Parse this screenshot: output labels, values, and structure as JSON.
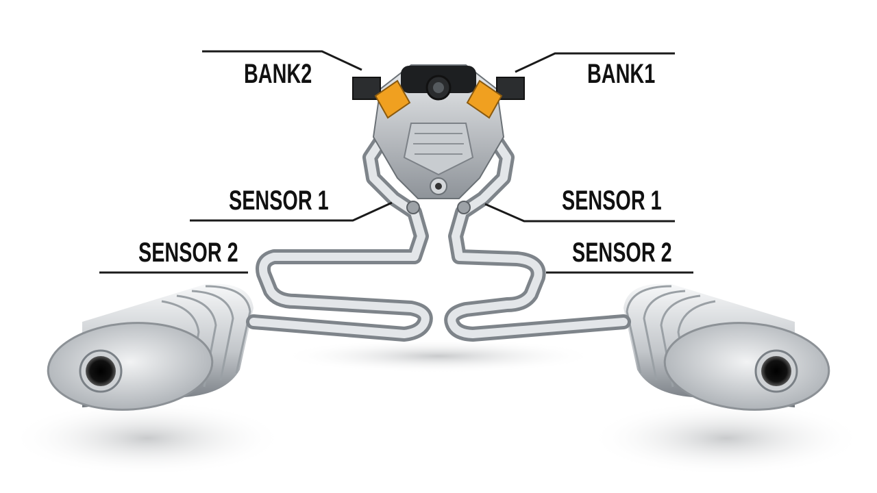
{
  "labels": {
    "bank2": "BANK2",
    "bank1": "BANK1",
    "sensor1_left": "SENSOR 1",
    "sensor1_right": "SENSOR 1",
    "sensor2_left": "SENSOR 2",
    "sensor2_right": "SENSOR 2"
  },
  "colors": {
    "background": "#ffffff",
    "text": "#111111",
    "leader_line": "#1a1a1a",
    "metal_light": "#e6e8ea",
    "metal_dark": "#8a8f95",
    "accent_orange": "#f0a020"
  },
  "components": [
    "engine",
    "exhaust-pipes",
    "left-muffler",
    "right-muffler",
    "oxygen-sensors"
  ]
}
